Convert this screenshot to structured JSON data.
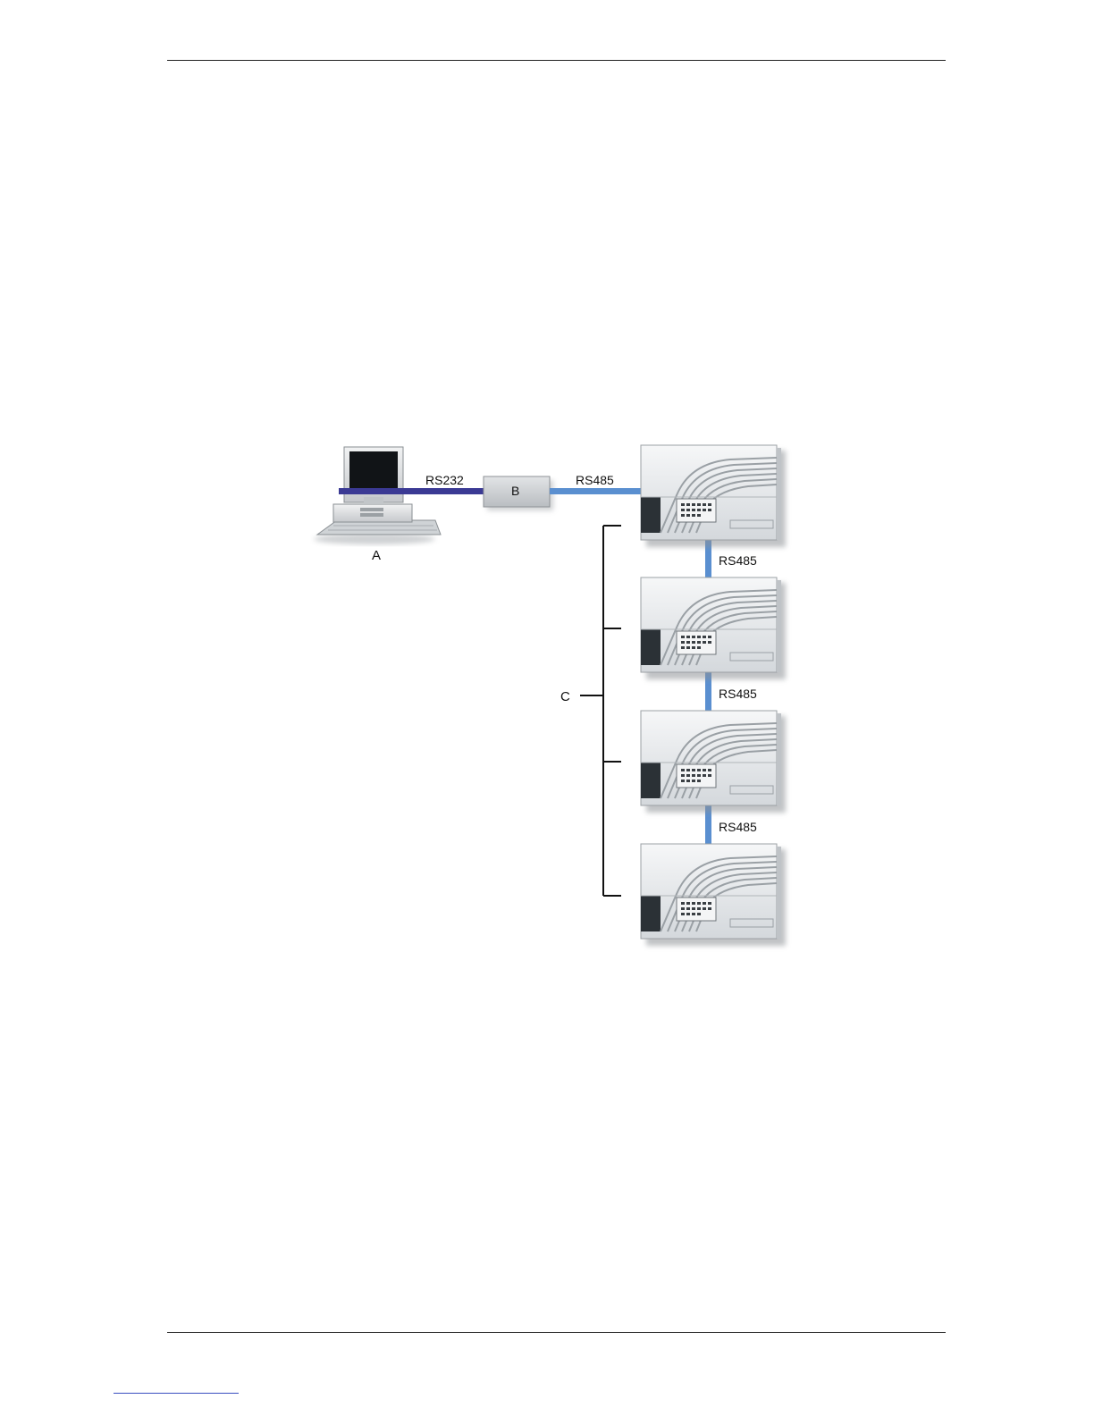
{
  "diagram": {
    "labels": {
      "computer": "A",
      "converter": "B",
      "panels_group": "C"
    },
    "links": {
      "pc_to_converter": "RS232",
      "converter_to_panel": "RS485",
      "panel1_to_panel2": "RS485",
      "panel2_to_panel3": "RS485",
      "panel3_to_panel4": "RS485"
    },
    "colors": {
      "rs232_cable": "#3b3a94",
      "rs485_cable": "#5a8fd0",
      "panel_body": "#e9ebee",
      "panel_dark": "#2b3136"
    }
  }
}
